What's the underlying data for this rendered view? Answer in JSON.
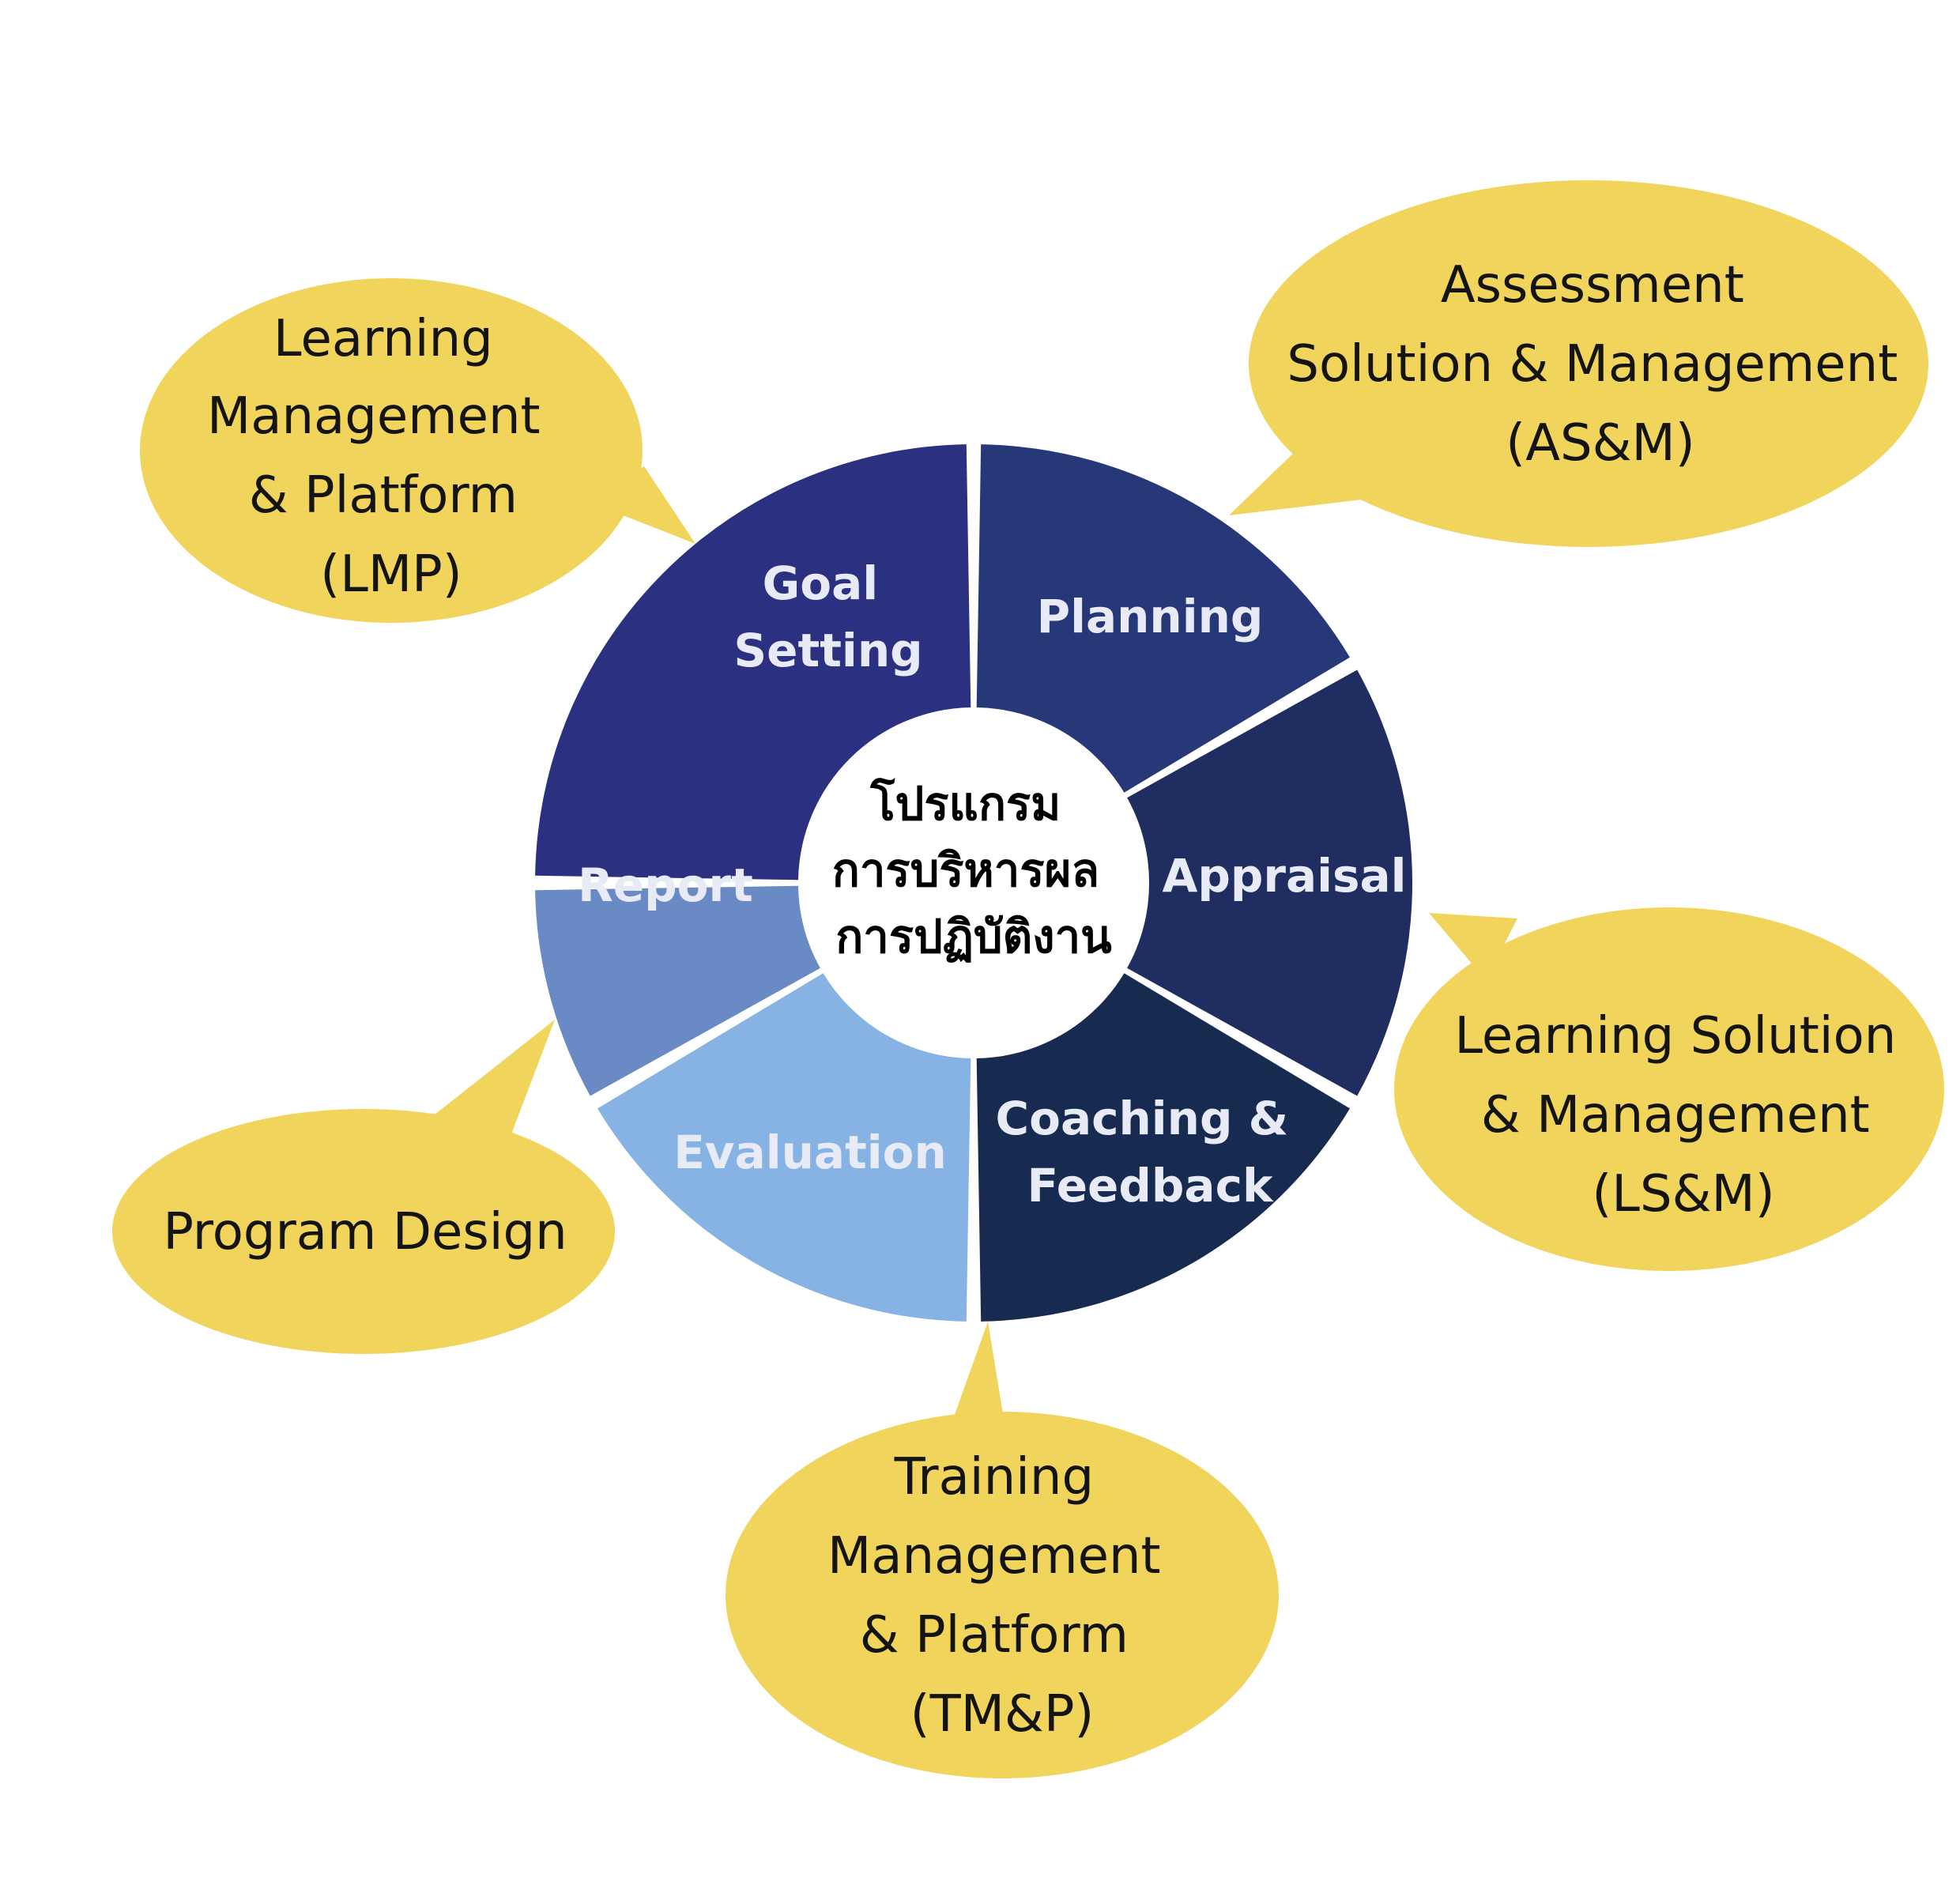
{
  "colors": {
    "bubble": "#F0D45C",
    "goal_setting": "#2B3180",
    "planning": "#263878",
    "appraisal": "#1F2D60",
    "coaching_feedback": "#172A50",
    "evaluation": "#87B2E4",
    "report": "#6A8AC6",
    "center": "#FFFFFF",
    "segment_text": "#E8EBF6"
  },
  "center": {
    "lines": [
      "โปรแกรม",
      "การบริหารผล",
      "การปฏิบัติงาน"
    ]
  },
  "segments": [
    {
      "id": "goal-setting",
      "lines": [
        "Goal",
        "Setting"
      ]
    },
    {
      "id": "planning",
      "lines": [
        "Planning"
      ]
    },
    {
      "id": "appraisal",
      "lines": [
        "Appraisal"
      ]
    },
    {
      "id": "coaching-feedback",
      "lines": [
        "Coaching &",
        "Feedback"
      ]
    },
    {
      "id": "evaluation",
      "lines": [
        "Evaluation"
      ]
    },
    {
      "id": "report",
      "lines": [
        "Report"
      ]
    }
  ],
  "bubbles": [
    {
      "id": "lmp",
      "lines": [
        "Learning",
        "Management",
        "& Platform",
        "(LMP)"
      ]
    },
    {
      "id": "asm",
      "lines": [
        "Assessment",
        "Solution & Management",
        "(AS&M)"
      ]
    },
    {
      "id": "lsm",
      "lines": [
        "Learning Solution",
        "& Management",
        "(LS&M)"
      ]
    },
    {
      "id": "tmp",
      "lines": [
        "Training",
        "Management",
        "& Platform",
        "(TM&P)"
      ]
    },
    {
      "id": "program-design",
      "lines": [
        "Program Design"
      ]
    }
  ]
}
